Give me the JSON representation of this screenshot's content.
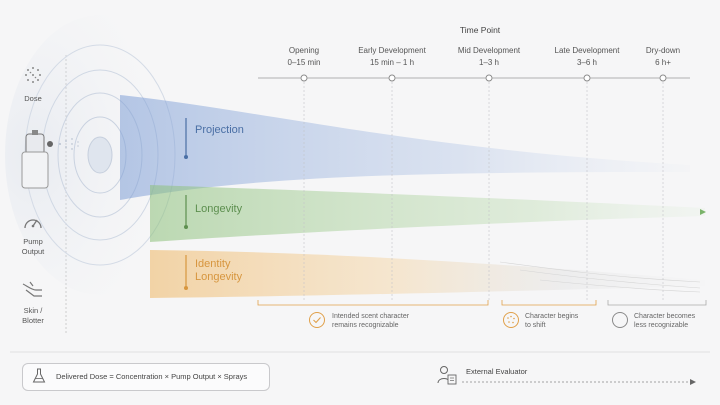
{
  "header": {
    "time_axis_label": "Time Point"
  },
  "timepoints": [
    {
      "name": "Opening",
      "range": "0–15 min"
    },
    {
      "name": "Early Development",
      "range": "15 min – 1 h"
    },
    {
      "name": "Mid Development",
      "range": "1–3 h"
    },
    {
      "name": "Late Development",
      "range": "3–6 h"
    },
    {
      "name": "Dry-down",
      "range": "6 h+"
    }
  ],
  "sidebar": {
    "items": [
      {
        "label": "Dose",
        "icon": "dots-icon"
      },
      {
        "label": "Pump\nOutput",
        "icon": "gauge-icon"
      },
      {
        "label": "Skin /\nBlotter",
        "icon": "hand-icon"
      }
    ]
  },
  "tracks": [
    {
      "label": "Projection",
      "color": "#4a6fa5"
    },
    {
      "label": "Longevity",
      "color": "#5d8f4f"
    },
    {
      "label": "Identity\nLongevity",
      "color": "#d7963f"
    }
  ],
  "legend": [
    {
      "text": "Intended scent character\nremains recognizable",
      "color": "#e0a04a"
    },
    {
      "text": "Character begins\nto shift",
      "color": "#e0a04a"
    },
    {
      "text": "Character becomes\nless recognizable",
      "color": "#8a8a8a"
    }
  ],
  "footer": {
    "formula": "Delivered Dose = Concentration × Pump Output × Sprays",
    "evaluator": "External Evaluator"
  }
}
